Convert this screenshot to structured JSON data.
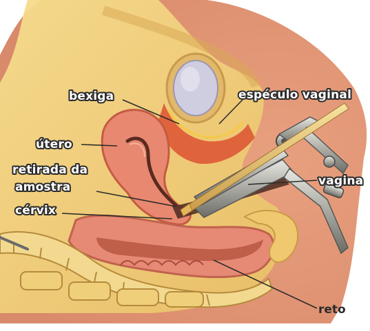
{
  "labels": {
    "bexiga": "bexiga",
    "especulo": "espéculo vaginal",
    "utero": "útero",
    "retirada": "retirada da",
    "amostra": "amostra",
    "cervix": "cérvix",
    "vagina": "vagina",
    "reto": "reto"
  },
  "colors": {
    "skin": "#e9a985",
    "fat": "#f3d27a",
    "uterus": "#e9826a",
    "bladder": "#c9c6d8",
    "bone": "#f0d58a",
    "metal": "#b8b8b0"
  }
}
